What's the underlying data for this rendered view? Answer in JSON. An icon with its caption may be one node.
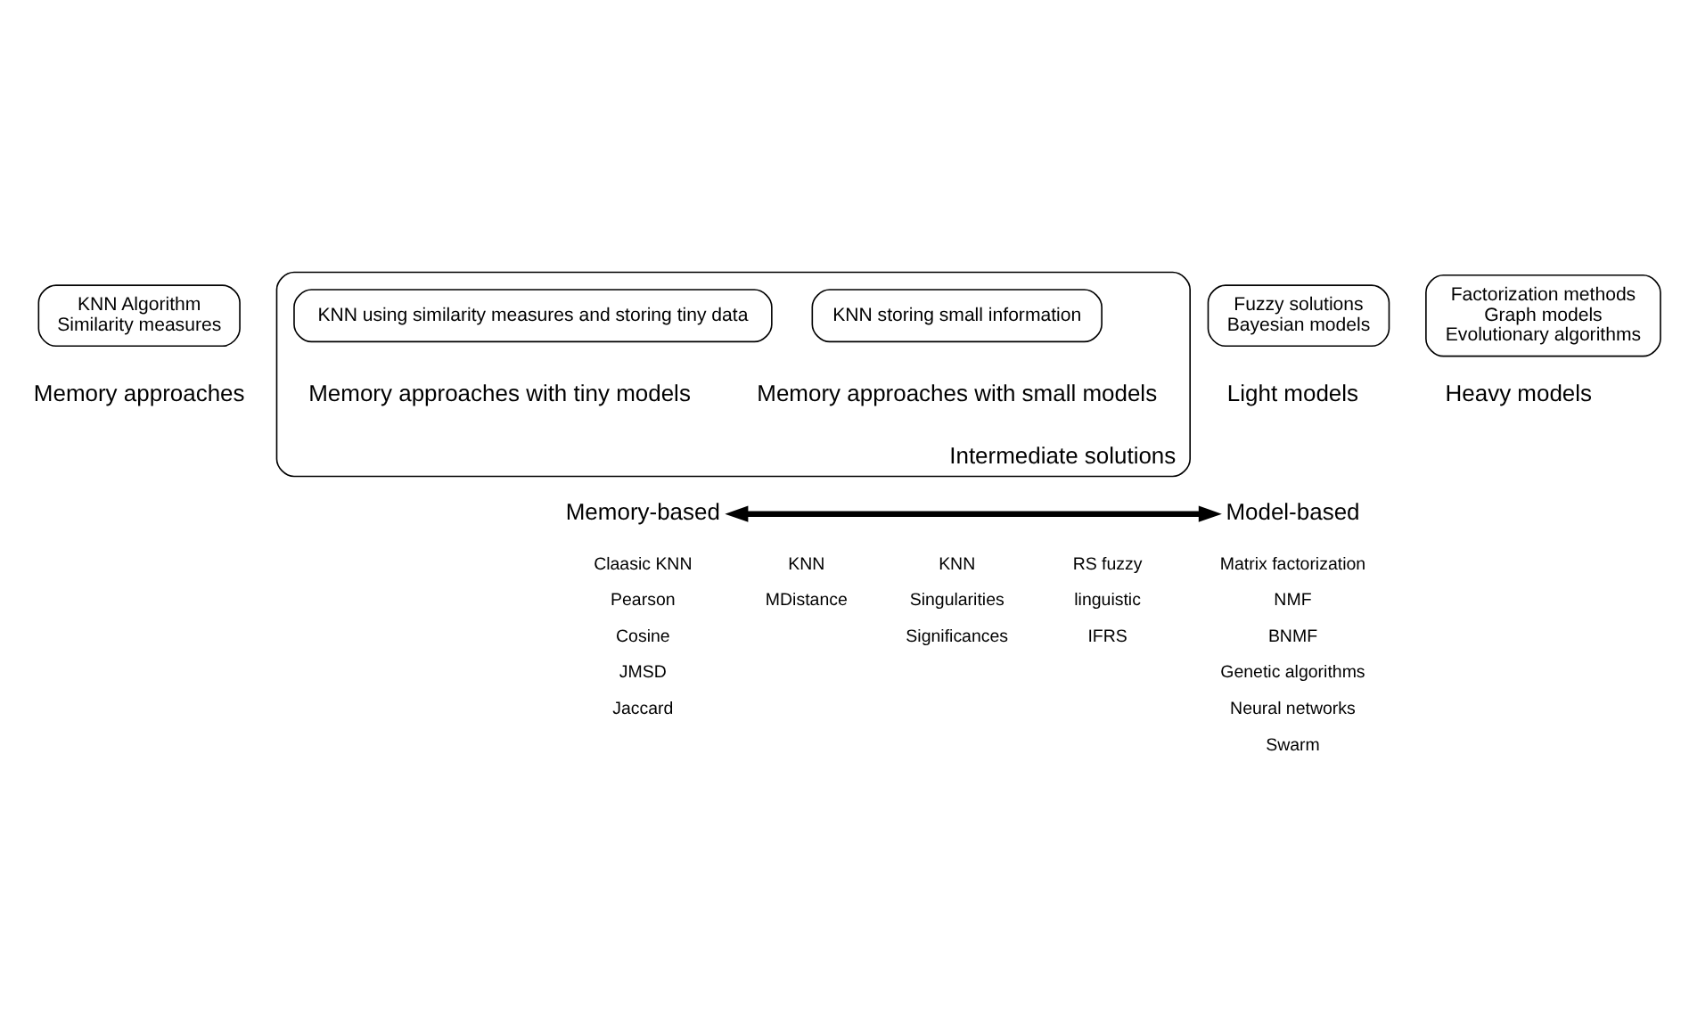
{
  "diagram": {
    "nodes": [
      {
        "text": [
          "KNN Algorithm",
          "Similarity measures"
        ],
        "beside": [
          "Memory approaches"
        ]
      },
      {
        "text": [
          "Intermediate solutions"
        ]
      },
      {
        "text": [
          "KNN using similarity measures and storing tiny data"
        ],
        "in": 1,
        "beside": [
          "Memory approaches with tiny models"
        ]
      },
      {
        "text": [
          "KNN storing small information"
        ],
        "in": 1,
        "beside": [
          "Memory approaches with small models"
        ]
      },
      {
        "text": [
          "Fuzzy solutions",
          "Bayesian models"
        ],
        "beside": [
          "Light models"
        ]
      },
      {
        "text": [
          "Factorization methods",
          "Graph models",
          "Evolutionary algorithms"
        ],
        "beside": [
          "Heavy models"
        ]
      },
      {
        "text": [
          "Memory-based"
        ]
      },
      {
        "text": [
          "Model-based"
        ]
      }
    ],
    "edges": [
      {
        "from": 6,
        "to": 7,
        "arrow": "both"
      }
    ],
    "labels": [
      "Claasic KNN",
      "Pearson",
      "Cosine",
      "JMSD",
      "Jaccard",
      "KNN",
      "MDistance",
      "KNN",
      "Singularities",
      "Significances",
      "RS fuzzy",
      "linguistic",
      "IFRS",
      "Matrix factorization",
      "NMF",
      "BNMF",
      "Genetic algorithms",
      "Neural networks",
      "Swarm"
    ]
  }
}
